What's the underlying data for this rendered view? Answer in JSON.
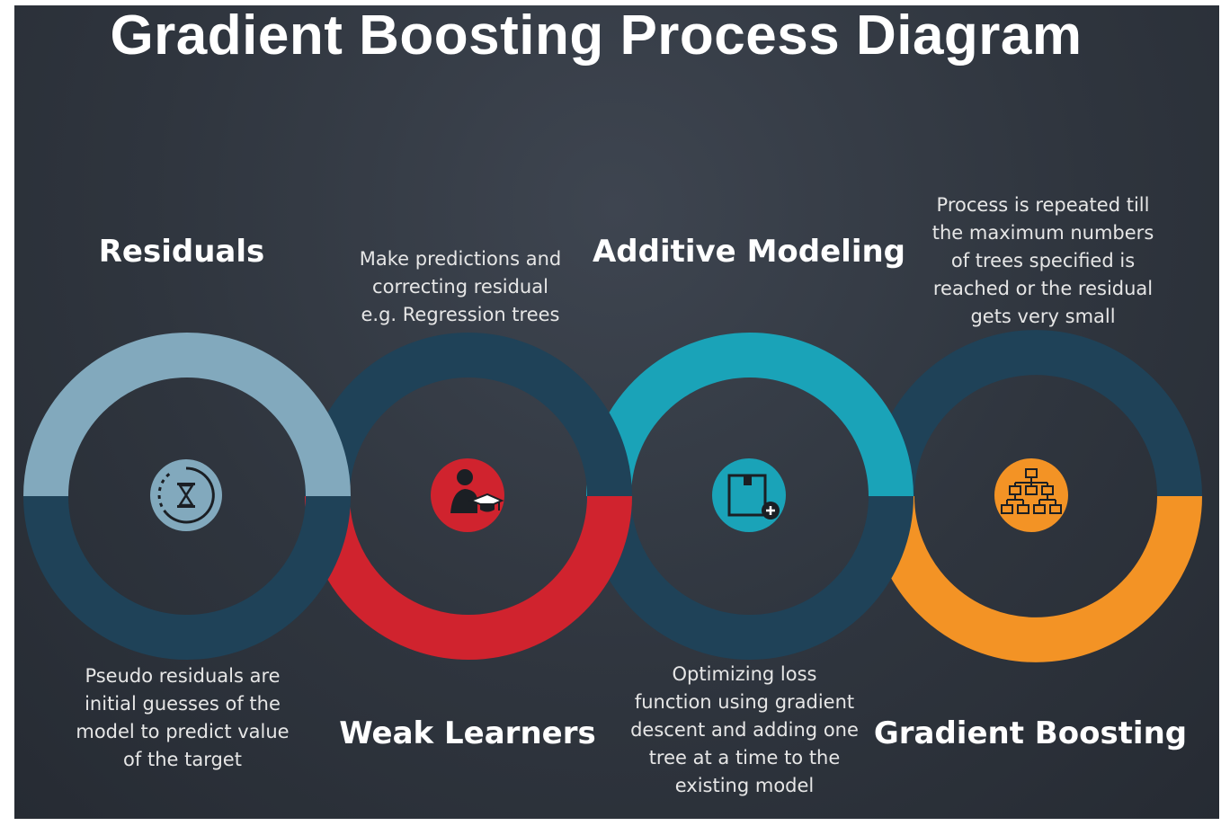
{
  "title": "Gradient Boosting Process Diagram",
  "steps": [
    {
      "heading": "Residuals",
      "description": "Pseudo residuals are\ninitial guesses of the\nmodel to predict value\nof the target",
      "icon": "hourglass-icon",
      "color": "#82a9bd"
    },
    {
      "heading": "Weak Learners",
      "description": "Make predictions and\ncorrecting residual\ne.g. Regression trees",
      "icon": "learner-icon",
      "color": "#d0232e"
    },
    {
      "heading": "Additive Modeling",
      "description": "Optimizing  loss\nfunction using gradient\ndescent and adding one\ntree at a time to the\nexisting model",
      "icon": "box-add-icon",
      "color": "#1aa3b8"
    },
    {
      "heading": "Gradient Boosting",
      "description": "Process is repeated till\nthe maximum numbers\nof trees specified is\nreached or the residual\ngets very small",
      "icon": "tree-hierarchy-icon",
      "color": "#f39325"
    }
  ],
  "colors": {
    "background": "#2f353e",
    "ring_dark": "#1f4258"
  }
}
